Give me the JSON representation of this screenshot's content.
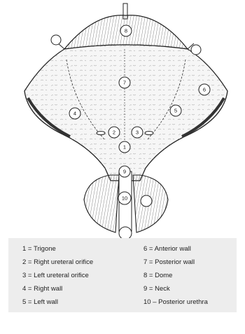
{
  "diagram": {
    "markers": [
      {
        "n": "1"
      },
      {
        "n": "2"
      },
      {
        "n": "3"
      },
      {
        "n": "4"
      },
      {
        "n": "5"
      },
      {
        "n": "6"
      },
      {
        "n": "7"
      },
      {
        "n": "8"
      },
      {
        "n": "9"
      },
      {
        "n": "10"
      }
    ],
    "colors": {
      "line": "#222222",
      "fill": "#f4f4f4",
      "legend_bg": "#ededed"
    }
  },
  "legend": {
    "left": [
      "1 = Trigone",
      "2 = Right ureteral orifice",
      "3 = Left ureteral orifice",
      "4 = Right wall",
      "5 = Left wall"
    ],
    "right": [
      "6 = Anterior wall",
      "7 = Posterior wall",
      "8 = Dome",
      "9 = Neck",
      "10 – Posterior urethra"
    ]
  }
}
